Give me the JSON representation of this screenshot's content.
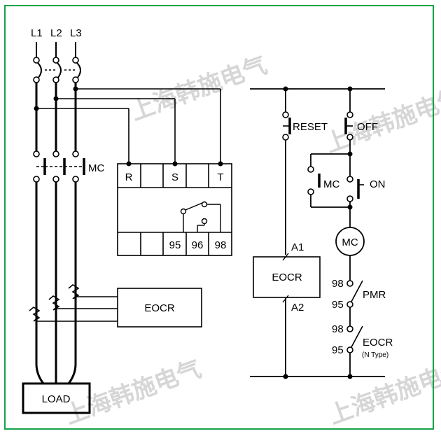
{
  "colors": {
    "border": "#15a34a",
    "line": "#000000",
    "watermark": "#d0d0d0"
  },
  "phases": [
    "L1",
    "L2",
    "L3"
  ],
  "contactor_label": "MC",
  "relay_terminals_top": [
    "R",
    "",
    "S",
    "",
    "T"
  ],
  "relay_terminals_bottom": [
    "",
    "",
    "95",
    "96",
    "98"
  ],
  "eocr_main_label": "EOCR",
  "load_label": "LOAD",
  "control": {
    "reset_label": "RESET",
    "off_label": "OFF",
    "on_label": "ON",
    "mc_contact_label": "MC",
    "mc_coil_label": "MC",
    "eocr_label": "EOCR",
    "a1_label": "A1",
    "a2_label": "A2",
    "pmr_label": "PMR",
    "pmr_98": "98",
    "pmr_95": "95",
    "eocr_contact_98": "98",
    "eocr_contact_95": "95",
    "eocr_contact_label": "EOCR",
    "eocr_contact_type": "(N Type)"
  },
  "watermark": "上海韩施电气"
}
